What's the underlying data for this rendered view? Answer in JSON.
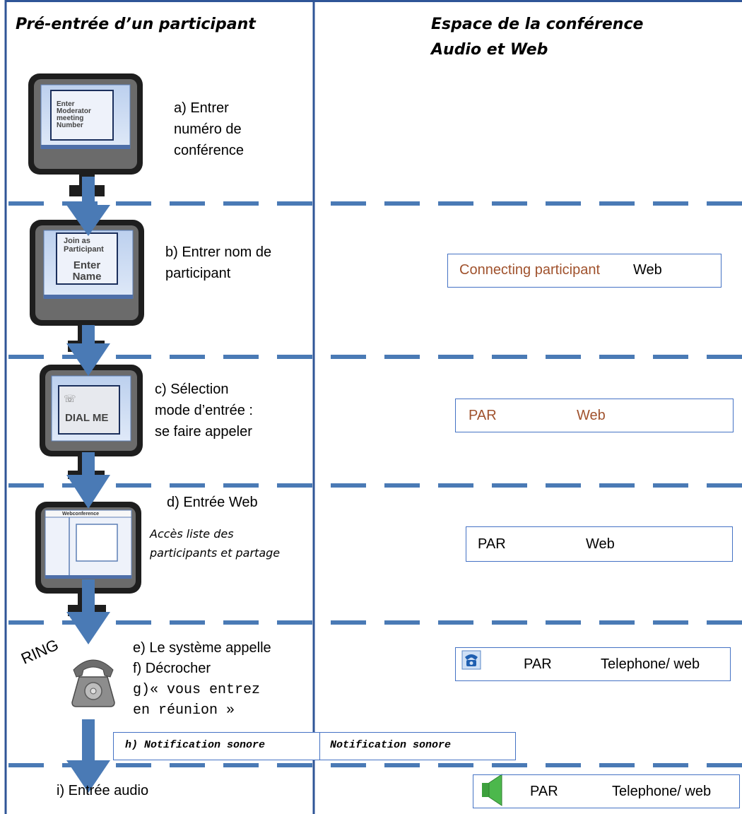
{
  "headers": {
    "left": "Pré-entrée d’un participant",
    "right_line1": "Espace de la conférence",
    "right_line2": "Audio et Web"
  },
  "steps": {
    "a": [
      "a) Entrer",
      "numéro de",
      "conférence"
    ],
    "b": [
      "b) Entrer nom de",
      "participant"
    ],
    "c": [
      "c) Sélection",
      "mode d’entrée :",
      "se faire appeler"
    ],
    "d": "d) Entrée Web",
    "d_note": [
      "Accès liste des",
      "participants et partage"
    ],
    "ring": "RING",
    "e": "e) Le système appelle",
    "f": "f) Décrocher",
    "g1": "g)« vous entrez",
    "g2": "en réunion »",
    "h_left": "h) Notification sonore",
    "h_right": "Notification sonore",
    "i": "i) Entrée audio"
  },
  "screens": {
    "a": [
      "Enter",
      "Moderator",
      "meeting",
      "Number"
    ],
    "b_top": [
      "Join as",
      "Participant"
    ],
    "b_main": [
      "Enter",
      "Name"
    ],
    "c": "DIAL ME",
    "d": "Webconference"
  },
  "status_boxes": {
    "b": {
      "left": "Connecting participant",
      "right": "Web"
    },
    "c": {
      "left": "PAR",
      "right": "Web"
    },
    "d": {
      "left": "PAR",
      "right": "Web"
    },
    "e": {
      "icon": "telephone-icon",
      "left": "PAR",
      "right": "Telephone/ web"
    },
    "i": {
      "icon": "speaker-icon",
      "left": "PAR",
      "right": "Telephone/ web"
    }
  },
  "colors": {
    "accent_blue": "#4472c4",
    "brown_text": "#a0522d",
    "monitor_body": "#1e1e1e"
  }
}
